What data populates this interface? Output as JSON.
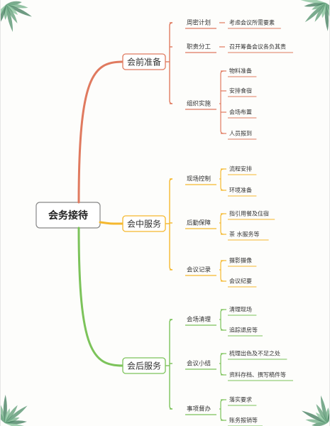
{
  "root": {
    "label": "会务接待"
  },
  "colors": {
    "before": "#e07a5f",
    "during": "#f5b82e",
    "after": "#7cc35a",
    "text": "#333333"
  },
  "branches": [
    {
      "label": "会前准备",
      "color": "#e07a5f",
      "children": [
        {
          "label": "周密计划",
          "items": [
            "考虑会议所需要素"
          ]
        },
        {
          "label": "职责分工",
          "items": [
            "召开筹备会议各负其责"
          ]
        },
        {
          "label": "组织实施",
          "items": [
            "物料准备",
            "安排食宿",
            "会场布置",
            "人员报到"
          ]
        }
      ]
    },
    {
      "label": "会中服务",
      "color": "#f5b82e",
      "children": [
        {
          "label": "现场控制",
          "items": [
            "流程安排",
            "环境准备"
          ]
        },
        {
          "label": "后勤保障",
          "items": [
            "指引用餐及住宿",
            "茶 水服务等"
          ]
        },
        {
          "label": "会议记录",
          "items": [
            "摄影摄像",
            "会议纪要"
          ]
        }
      ]
    },
    {
      "label": "会后服务",
      "color": "#7cc35a",
      "children": [
        {
          "label": "会场清理",
          "items": [
            "清理现场",
            "追踪退房等"
          ]
        },
        {
          "label": "会议小结",
          "items": [
            "梳理出色及不足之处",
            "资料存档、撰写稿件等"
          ]
        },
        {
          "label": "事项督办",
          "items": [
            "落实要求",
            "账务报销等"
          ]
        }
      ]
    }
  ],
  "decorations": [
    "leaf-top-left",
    "leaf-top-right",
    "leaf-bottom-left",
    "leaf-bottom-right"
  ]
}
